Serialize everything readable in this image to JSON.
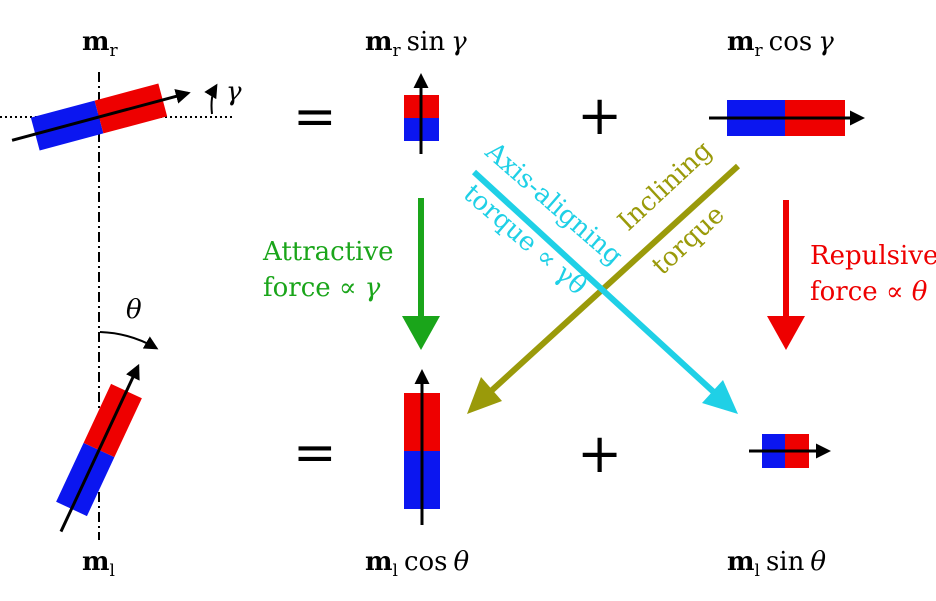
{
  "labels": {
    "m_r": {
      "symbol": "m",
      "sub": "r"
    },
    "m_l": {
      "symbol": "m",
      "sub": "l"
    },
    "m_r_sin": {
      "symbol": "m",
      "sub": "r",
      "func": "sin",
      "var": "γ"
    },
    "m_r_cos": {
      "symbol": "m",
      "sub": "r",
      "func": "cos",
      "var": "γ"
    },
    "m_l_cos": {
      "symbol": "m",
      "sub": "l",
      "func": "cos",
      "var": "θ"
    },
    "m_l_sin": {
      "symbol": "m",
      "sub": "l",
      "func": "sin",
      "var": "θ"
    },
    "gamma": "γ",
    "theta": "θ",
    "equals": "=",
    "plus": "+"
  },
  "annotations": {
    "attractive": {
      "line1": "Attractive",
      "line2_prefix": "force ∝ ",
      "line2_var": "γ"
    },
    "repulsive": {
      "line1": "Repulsive",
      "line2_prefix": "force ∝ ",
      "line2_var": "θ"
    },
    "axis_aligning": {
      "line1": "Axis-aligning",
      "line2": "torque ∝ γθ"
    },
    "inclining": {
      "line1": "Inclining",
      "line2": "torque"
    }
  },
  "colors": {
    "north": "#ee0000",
    "south": "#0b16f0",
    "attractive": "#1aa51a",
    "repulsive": "#ee0000",
    "axis_aligning": "#1fd0e6",
    "inclining": "#9a9a0a",
    "ink": "#000000"
  }
}
